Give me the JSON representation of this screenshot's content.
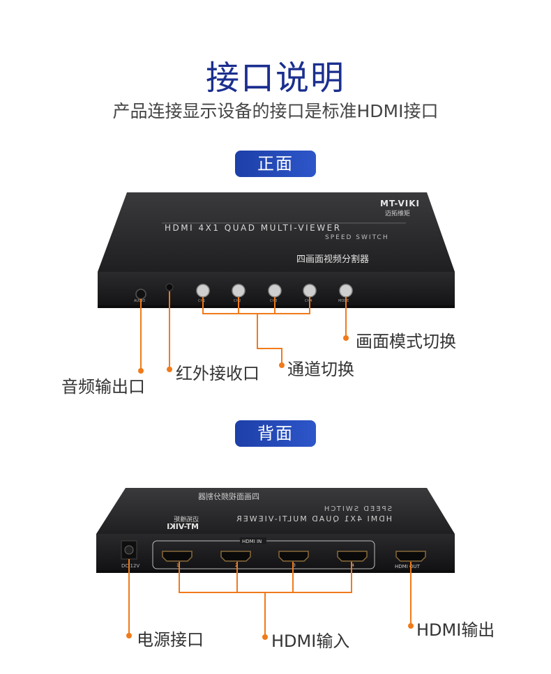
{
  "heading": {
    "title": "接口说明",
    "subtitle": "产品连接显示设备的接口是标准HDMI接口"
  },
  "front": {
    "badge": "正面",
    "brand": "MT-VIKI",
    "brand_cn": "迈拓维矩",
    "model": "HDMI 4X1 QUAD MULTI-VIEWER",
    "model_sub": "SPEED SWITCH",
    "product_cn": "四画面视频分割器",
    "port_labels": [
      "AUDIO",
      "CH1",
      "CH2",
      "CH3",
      "CH4",
      "MODE"
    ],
    "callouts": {
      "audio": "音频输出口",
      "ir": "红外接收口",
      "channel": "通道切换",
      "mode": "画面模式切换"
    }
  },
  "back": {
    "badge": "背面",
    "brand": "MT-VIKI",
    "brand_cn": "迈拓维矩",
    "model": "HDMI 4X1 QUAD MULTI-VIEWER",
    "model_sub": "SPEED SWITCH",
    "product_cn": "四画面视频分割器",
    "dc_label": "DC 12V",
    "hdmi_in_label": "HDMI IN",
    "hdmi_out_label": "HDMI OUT",
    "port_numbers": [
      "1",
      "2",
      "3",
      "4"
    ],
    "callouts": {
      "power": "电源接口",
      "hdmi_in": "HDMI输入",
      "hdmi_out": "HDMI输出"
    }
  },
  "colors": {
    "accent_blue": "#1b2f8f",
    "callout_orange": "#f07a1a",
    "device_body": "#2a2a2c"
  }
}
